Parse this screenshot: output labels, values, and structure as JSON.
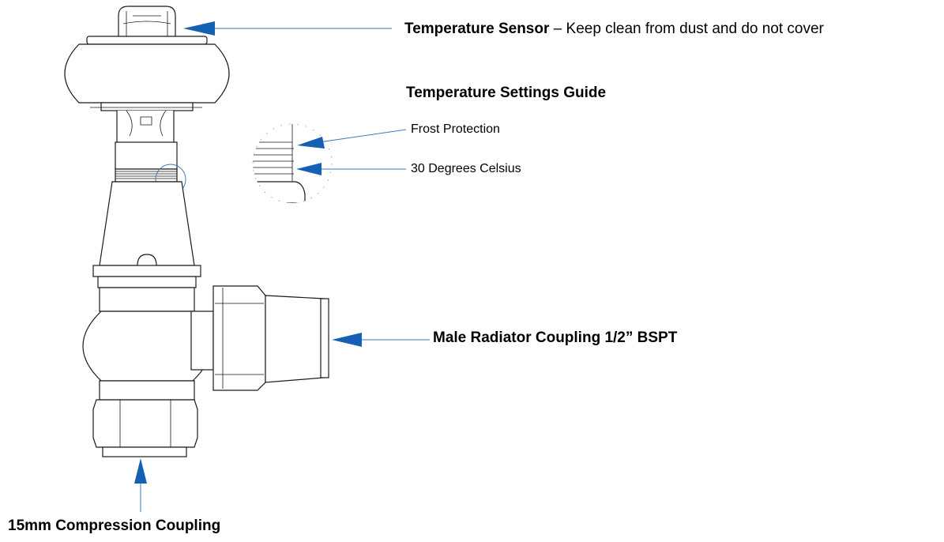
{
  "labels": {
    "temperature_sensor_title": "Temperature Sensor",
    "temperature_sensor_note": " – Keep clean from dust and do not cover",
    "settings_guide": "Temperature Settings Guide",
    "frost_protection": "Frost Protection",
    "thirty_degrees": "30 Degrees Celsius",
    "male_coupling": "Male Radiator Coupling 1/2” BSPT",
    "compression_coupling": "15mm Compression Coupling"
  },
  "colors": {
    "arrow": "#1660b4",
    "leader_line": "#3a7ab8",
    "outline": "#1a1a1a"
  }
}
